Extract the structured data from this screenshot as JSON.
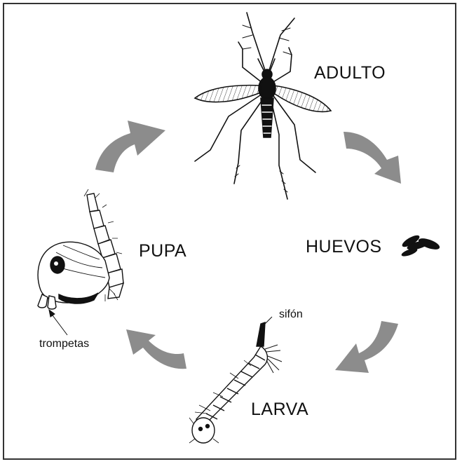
{
  "stages": {
    "adult": "ADULTO",
    "eggs": "HUEVOS",
    "larva": "LARVA",
    "pupa": "PUPA"
  },
  "annotations": {
    "siphon": "sifón",
    "trumpets": "trompetas"
  },
  "colors": {
    "arrow": "#8c8c8c",
    "ink": "#111111",
    "frame": "#333333"
  }
}
